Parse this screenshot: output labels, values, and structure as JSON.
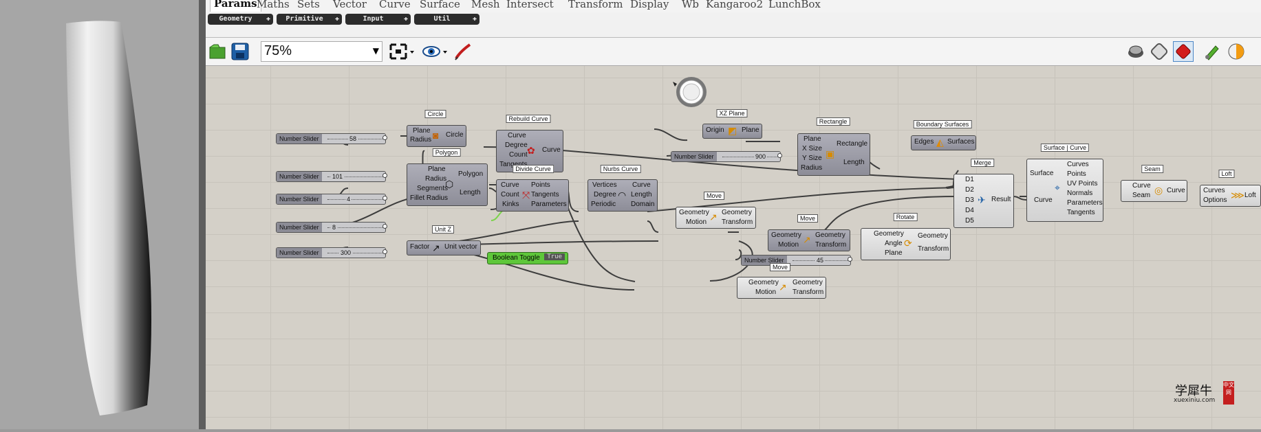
{
  "ribbon_tabs": [
    "Params",
    "Maths",
    "Sets",
    "Vector",
    "Curve",
    "Surface",
    "Mesh",
    "Intersect",
    "Transform",
    "Display",
    "Wb",
    "Kangaroo2",
    "LunchBox"
  ],
  "active_tab": "Params",
  "dropdowns": [
    "Geometry",
    "Primitive",
    "Input",
    "Util"
  ],
  "toolbar": {
    "zoom": "75%",
    "icons": [
      "open-file-icon",
      "save-icon",
      "zoom-extents-icon",
      "preview-eye-icon",
      "sketch-pen-icon",
      "preview-shaded-icon",
      "preview-wireframe-icon",
      "preview-selected-icon",
      "green-paint-icon",
      "custom-preview-icon"
    ]
  },
  "accent": {
    "component": "#9a9aa4",
    "toggle": "#5ec73a",
    "wire": "#3d3d3d"
  },
  "sliders": [
    {
      "name": "Number Slider",
      "value": "58"
    },
    {
      "name": "Number Slider",
      "value": "101"
    },
    {
      "name": "Number Slider",
      "value": "4"
    },
    {
      "name": "Number Slider",
      "value": "8"
    },
    {
      "name": "Number Slider",
      "value": "300"
    },
    {
      "name": "Number Slider",
      "value": "900"
    },
    {
      "name": "Number Slider",
      "value": "45"
    }
  ],
  "toggle": {
    "name": "Boolean Toggle",
    "value": "True"
  },
  "components": {
    "circle": {
      "title": "Circle",
      "inputs": [
        "Plane",
        "Radius"
      ],
      "outputs": [
        "Circle"
      ]
    },
    "polygon": {
      "title": "Polygon",
      "inputs": [
        "Plane",
        "Radius",
        "Segments",
        "Fillet Radius"
      ],
      "outputs": [
        "Polygon",
        "Length"
      ]
    },
    "rebuild": {
      "title": "Rebuild Curve",
      "inputs": [
        "Curve",
        "Degree",
        "Count",
        "Tangents"
      ],
      "outputs": [
        "Curve"
      ]
    },
    "divide": {
      "title": "Divide Curve",
      "inputs": [
        "Curve",
        "Count",
        "Kinks"
      ],
      "outputs": [
        "Points",
        "Tangents",
        "Parameters"
      ]
    },
    "nurbs": {
      "title": "Nurbs Curve",
      "inputs": [
        "Vertices",
        "Degree",
        "Periodic"
      ],
      "outputs": [
        "Curve",
        "Length",
        "Domain"
      ]
    },
    "unitz": {
      "title": "Unit Z",
      "inputs": [
        "Factor"
      ],
      "outputs": [
        "Unit vector"
      ]
    },
    "xzplane": {
      "title": "XZ Plane",
      "inputs": [
        "Origin"
      ],
      "outputs": [
        "Plane"
      ]
    },
    "rectangle": {
      "title": "Rectangle",
      "inputs": [
        "Plane",
        "X Size",
        "Y Size",
        "Radius"
      ],
      "outputs": [
        "Rectangle",
        "Length"
      ]
    },
    "boundary": {
      "title": "Boundary Surfaces",
      "inputs": [
        "Edges"
      ],
      "outputs": [
        "Surfaces"
      ]
    },
    "move1": {
      "title": "Move",
      "inputs": [
        "Geometry",
        "Motion"
      ],
      "outputs": [
        "Geometry",
        "Transform"
      ]
    },
    "move2": {
      "title": "Move",
      "inputs": [
        "Geometry",
        "Motion"
      ],
      "outputs": [
        "Geometry",
        "Transform"
      ]
    },
    "move3": {
      "title": "Move",
      "inputs": [
        "Geometry",
        "Motion"
      ],
      "outputs": [
        "Geometry",
        "Transform"
      ]
    },
    "rotate": {
      "title": "Rotate",
      "inputs": [
        "Geometry",
        "Angle",
        "Plane"
      ],
      "outputs": [
        "Geometry",
        "Transform"
      ]
    },
    "merge": {
      "title": "Merge",
      "inputs": [
        "D1",
        "D2",
        "D3",
        "D4",
        "D5"
      ],
      "outputs": [
        "Result"
      ]
    },
    "surfcurve": {
      "title": "Surface | Curve",
      "inputs": [
        "Surface",
        "Curve"
      ],
      "outputs": [
        "Curves",
        "Points",
        "UV Points",
        "Normals",
        "Parameters",
        "Tangents"
      ]
    },
    "seam": {
      "title": "Seam",
      "inputs": [
        "Curve",
        "Seam"
      ],
      "outputs": [
        "Curve"
      ]
    },
    "loft": {
      "title": "Loft",
      "inputs": [
        "Curves",
        "Options"
      ],
      "outputs": [
        "Loft"
      ]
    }
  },
  "logo": {
    "cn": "学犀牛",
    "en": "xuexiniu.com",
    "badge": "中文网"
  }
}
